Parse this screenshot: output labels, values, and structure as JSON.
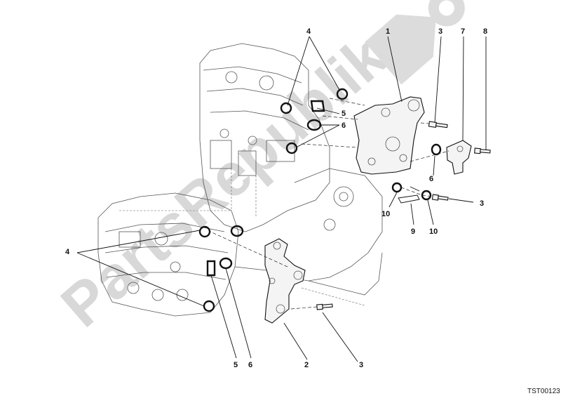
{
  "diagram": {
    "watermark": "PartsRepublik",
    "drawing_code": "TST00123",
    "callouts": [
      "1",
      "2",
      "3",
      "3",
      "3",
      "4",
      "4",
      "5",
      "5",
      "6",
      "6",
      "6",
      "7",
      "8",
      "9",
      "10",
      "10"
    ]
  }
}
